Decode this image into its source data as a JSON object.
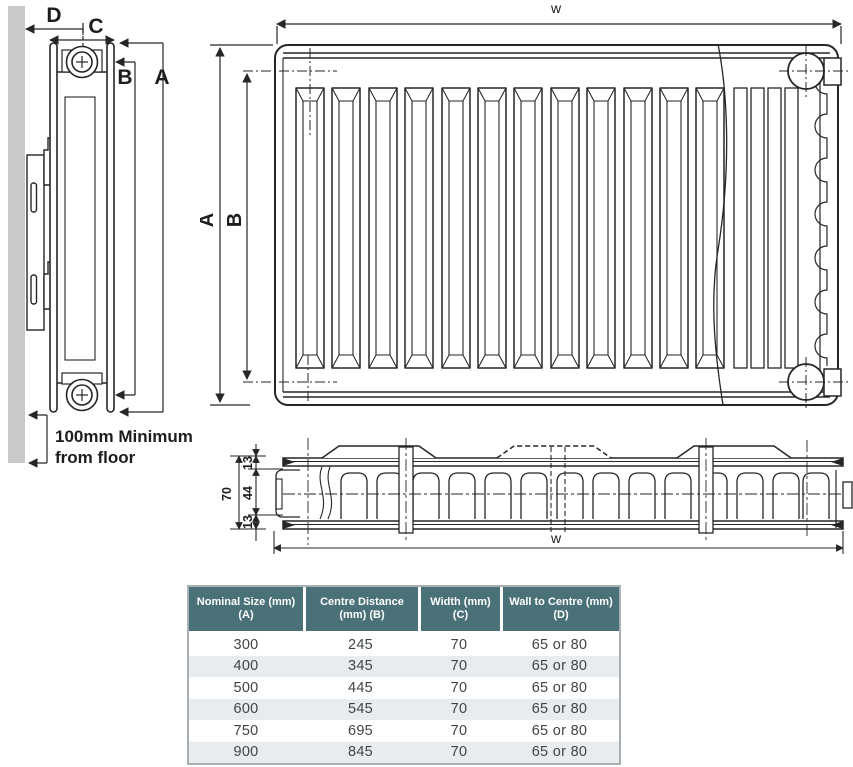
{
  "side_view": {
    "dim_d": "D",
    "dim_c": "C",
    "dim_b": "B",
    "dim_a": "A",
    "floor_note_line1": "100mm Minimum",
    "floor_note_line2": "from floor"
  },
  "front_view": {
    "dim_w": "w",
    "dim_a": "A",
    "dim_b": "B"
  },
  "section_view": {
    "dim_panel_front": "13",
    "dim_convector": "44",
    "dim_panel_back": "13",
    "dim_total_depth": "70",
    "dim_w": "w"
  },
  "table": {
    "headers": [
      "Nominal Size (mm) (A)",
      "Centre Distance (mm) (B)",
      "Width (mm) (C)",
      "Wall to Centre (mm) (D)"
    ],
    "rows": [
      [
        "300",
        "245",
        "70",
        "65 or 80"
      ],
      [
        "400",
        "345",
        "70",
        "65 or 80"
      ],
      [
        "500",
        "445",
        "70",
        "65 or 80"
      ],
      [
        "600",
        "545",
        "70",
        "65 or 80"
      ],
      [
        "750",
        "695",
        "70",
        "65 or 80"
      ],
      [
        "900",
        "845",
        "70",
        "65 or 80"
      ]
    ],
    "colors": {
      "header_bg": "#4a7078",
      "header_text": "#ffffff",
      "row_alt_bg": "#e8ecee",
      "table_border": "#a9b0b3",
      "line_art": "#262626",
      "wall_fill": "#c9c9c9"
    }
  }
}
